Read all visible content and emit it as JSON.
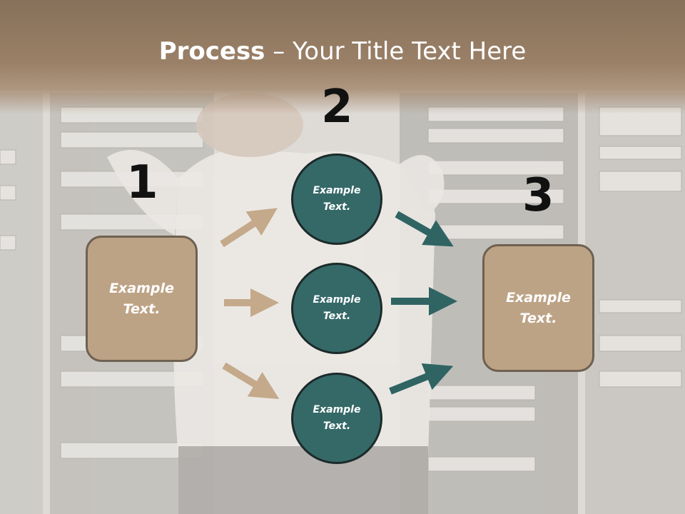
{
  "title": {
    "bold": "Process",
    "rest": " – Your Title Text Here"
  },
  "step_numbers": [
    "1",
    "2",
    "3"
  ],
  "left_box": {
    "text_line1": "Example",
    "text_line2": "Text."
  },
  "circles": [
    {
      "text_line1": "Example",
      "text_line2": "Text."
    },
    {
      "text_line1": "Example",
      "text_line2": "Text."
    },
    {
      "text_line1": "Example",
      "text_line2": "Text."
    }
  ],
  "right_box": {
    "text_line1": "Example",
    "text_line2": "Text."
  },
  "colors": {
    "title_band": "#9a8067",
    "box_fill": "#bda385",
    "circle_fill": "#356968",
    "arrow_tan": "#c4a98a",
    "arrow_teal": "#2f6463",
    "number_text": "#111111"
  },
  "background_image": "server-room-with-person-holding-head"
}
